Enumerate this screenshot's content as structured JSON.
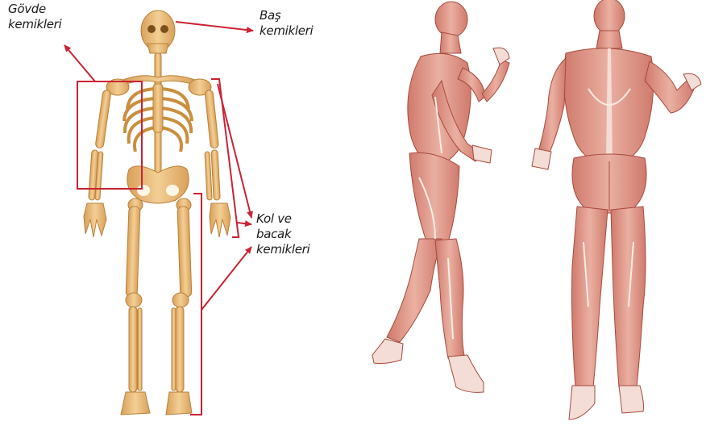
{
  "labels": {
    "trunk": [
      "Gövde",
      "kemikleri"
    ],
    "head": [
      "Baş",
      "kemikleri"
    ],
    "limbs": [
      "Kol ve",
      "bacak",
      "kemikleri"
    ]
  },
  "colors": {
    "bone": "#eec184",
    "bone_dark": "#c98f3e",
    "muscle": "#e9a79a",
    "muscle_dark": "#b8584c",
    "tendon": "#f6ece6",
    "annotation": "#cc2233"
  }
}
